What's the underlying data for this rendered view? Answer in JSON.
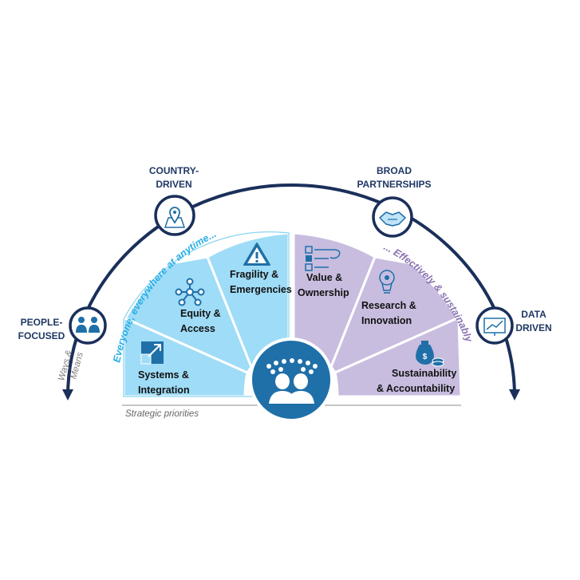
{
  "pillars": {
    "people_focused": [
      "PEOPLE-",
      "FOCUSED"
    ],
    "country_driven": [
      "COUNTRY-",
      "DRIVEN"
    ],
    "broad_partnerships": [
      "BROAD",
      "PARTNERSHIPS"
    ],
    "data_driven": [
      "DATA",
      "DRIVEN"
    ]
  },
  "arcs": {
    "left_tagline": "Everyone, everywhere at anytime...",
    "right_tagline": "... Effectively & sustainably"
  },
  "ways_means": [
    "Ways &",
    "Means"
  ],
  "segments": {
    "systems_integration": [
      "Systems &",
      "Integration"
    ],
    "equity_access": [
      "Equity &",
      "Access"
    ],
    "fragility_emergencies": [
      "Fragility &",
      "Emergencies"
    ],
    "value_ownership": [
      "Value &",
      "Ownership"
    ],
    "research_innovation": [
      "Research &",
      "Innovation"
    ],
    "sustainability_accountability": [
      "Sustainability",
      "& Accountability"
    ]
  },
  "baseline_label": "Strategic priorities",
  "colors": {
    "navy": "#1a2f5a",
    "blue_fill": "#9fdcf7",
    "blue_stroke": "#29aee4",
    "purple_fill": "#c8bddf",
    "center_circle": "#1f6fa8",
    "white": "#ffffff"
  },
  "icons": [
    "map-pin-icon",
    "handshake-icon",
    "people-icon",
    "chart-icon",
    "warning-icon",
    "network-icon",
    "expand-icon",
    "checklist-icon",
    "bulb-icon",
    "money-bag-icon",
    "crowd-icon"
  ]
}
